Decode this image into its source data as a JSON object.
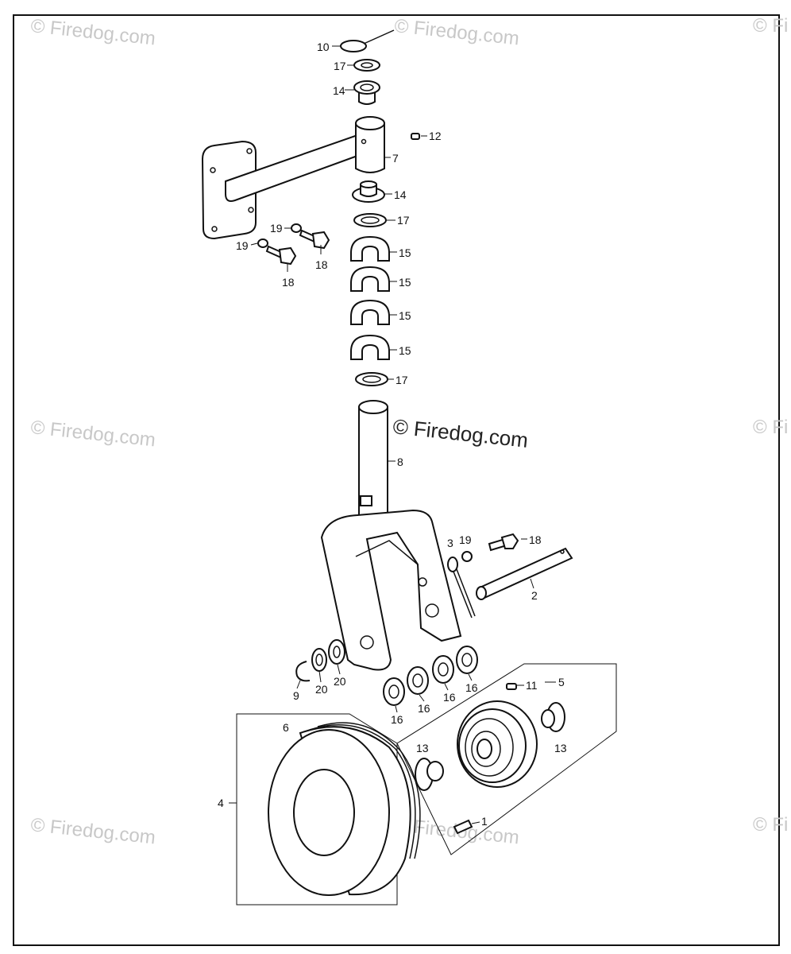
{
  "watermarks": {
    "text": "© Firedog.com",
    "partial": "© Fi",
    "main": "© Firedog.com"
  },
  "labels": {
    "l1": "1",
    "l2": "2",
    "l3": "3",
    "l4": "4",
    "l5": "5",
    "l6": "6",
    "l7": "7",
    "l8": "8",
    "l9": "9",
    "l10": "10",
    "l11": "11",
    "l12": "12",
    "l13": "13",
    "l14": "14",
    "l15": "15",
    "l16": "16",
    "l17": "17",
    "l18": "18",
    "l19": "19",
    "l20": "20"
  }
}
